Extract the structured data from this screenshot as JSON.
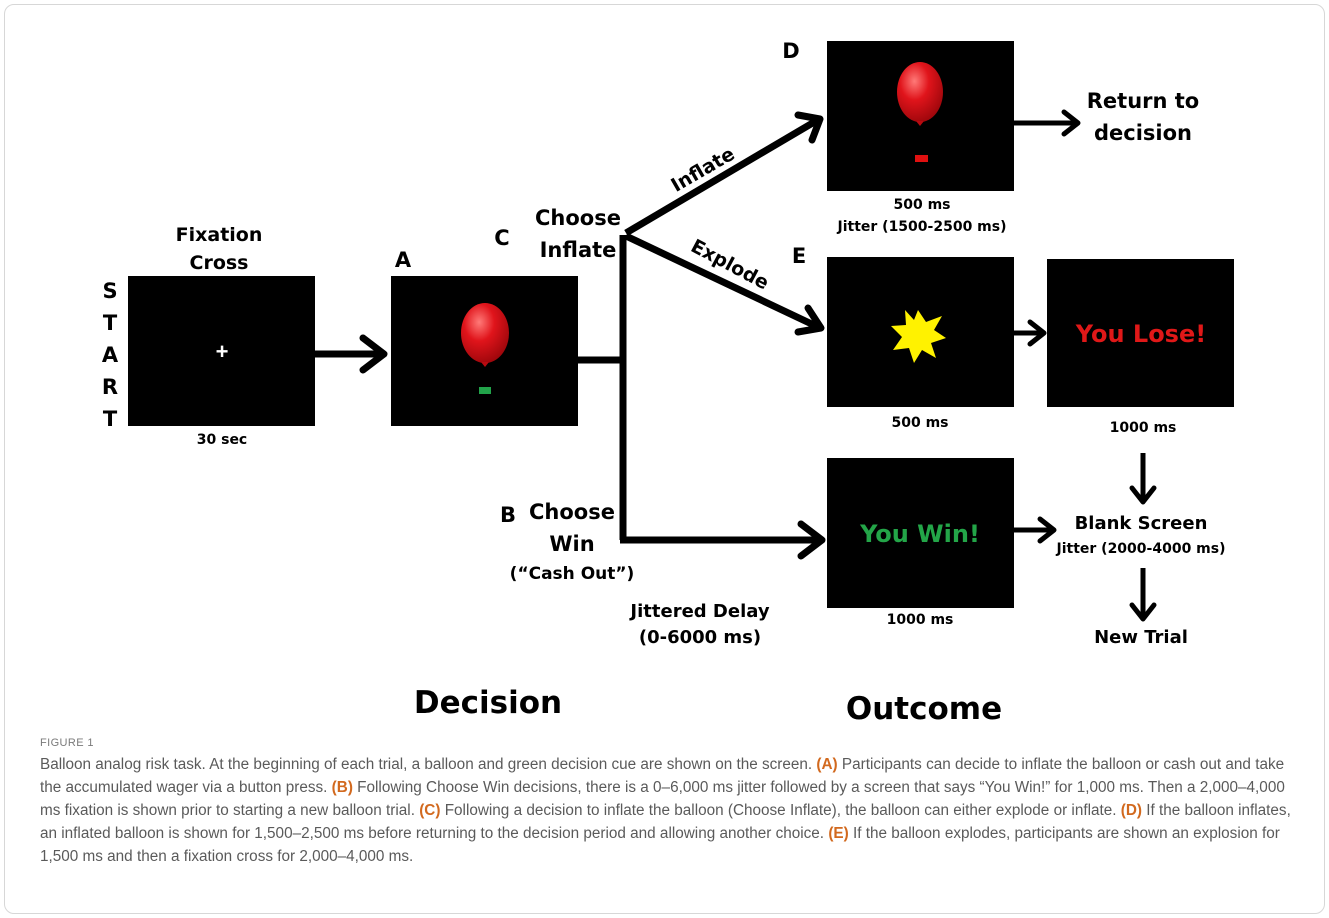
{
  "diagram": {
    "start_letters": [
      "S",
      "T",
      "A",
      "R",
      "T"
    ],
    "fixation": {
      "title_line1": "Fixation",
      "title_line2": "Cross",
      "symbol": "+",
      "duration": "30 sec"
    },
    "panel_labels": {
      "a": "A",
      "b": "B",
      "c": "C",
      "d": "D",
      "e": "E"
    },
    "choose_inflate": {
      "line1": "Choose",
      "line2": "Inflate"
    },
    "choose_win": {
      "line1": "Choose",
      "line2": "Win",
      "line3": "(“Cash Out”)"
    },
    "arrow_labels": {
      "inflate": "Inflate",
      "explode": "Explode"
    },
    "inflate_screen": {
      "duration": "500 ms",
      "jitter": "Jitter (1500-2500 ms)"
    },
    "return": {
      "line1": "Return to",
      "line2": "decision"
    },
    "explode_screen": {
      "duration": "500 ms"
    },
    "lose_screen": {
      "text": "You Lose!",
      "duration": "1000 ms"
    },
    "win_screen": {
      "text": "You Win!",
      "duration": "1000 ms"
    },
    "jittered_delay": {
      "line1": "Jittered Delay",
      "line2": "(0-6000 ms)"
    },
    "blank": {
      "line1": "Blank Screen",
      "line2": "Jitter (2000-4000 ms)"
    },
    "new_trial": "New Trial",
    "section_decision": "Decision",
    "section_outcome": "Outcome",
    "colors": {
      "balloon": "#e0141b",
      "green_cue": "#22a34a",
      "red_cue": "#e01010",
      "lose_text": "#e01818",
      "win_text": "#23a548",
      "explosion": "#fff200",
      "caption_bold": "#d2691e"
    }
  },
  "caption": {
    "label": "FIGURE 1",
    "p1": "Balloon analog risk task. At the beginning of each trial, a balloon and green decision cue are shown on the screen. ",
    "ref_a": "(A)",
    "p2": " Participants can decide to inflate the balloon or cash out and take the accumulated wager via a button press. ",
    "ref_b": "(B)",
    "p3": " Following Choose Win decisions, there is a 0–6,000 ms jitter followed by a screen that says “You Win!” for 1,000 ms. Then a 2,000–4,000 ms fixation is shown prior to starting a new balloon trial. ",
    "ref_c": "(C)",
    "p4": " Following a decision to inflate the balloon (Choose Inflate), the balloon can either explode or inflate. ",
    "ref_d": "(D)",
    "p5": " If the balloon inflates, an inflated balloon is shown for 1,500–2,500 ms before returning to the decision period and allowing another choice. ",
    "ref_e": "(E)",
    "p6": " If the balloon explodes, participants are shown an explosion for 1,500 ms and then a fixation cross for 2,000–4,000 ms."
  }
}
